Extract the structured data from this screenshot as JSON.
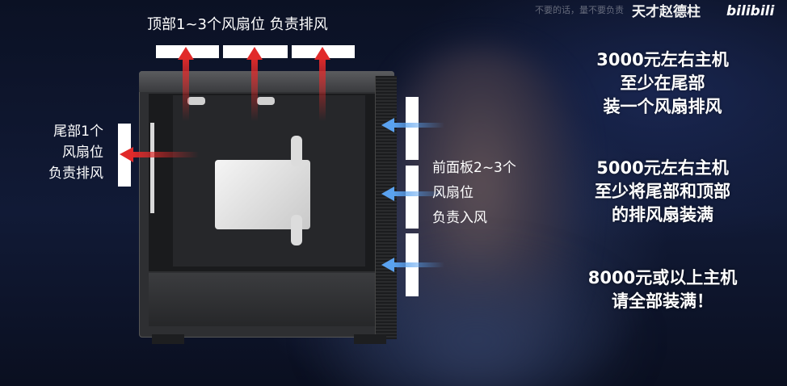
{
  "watermark": {
    "faded_text": "不要的话，量不要负责",
    "channel_name": "天才赵德柱",
    "logo": "bilibili"
  },
  "labels": {
    "top": "顶部1~3个风扇位  负责排风",
    "rear": [
      "尾部1个",
      "风扇位",
      "负责排风"
    ],
    "front": [
      "前面板2~3个",
      "风扇位",
      "负责入风"
    ]
  },
  "tips": [
    [
      "3000元左右主机",
      "至少在尾部",
      "装一个风扇排风"
    ],
    [
      "5000元左右主机",
      "至少将尾部和顶部",
      "的排风扇装满"
    ],
    [
      "8000元或以上主机",
      "请全部装满！"
    ]
  ],
  "colors": {
    "exhaust_arrow": "#e12a2a",
    "intake_arrow": "#5aa2f0",
    "fan_bar": "#ffffff",
    "background": "#0c1226"
  },
  "icons": {
    "exhaust": "red-arrow-icon",
    "intake": "blue-arrow-icon"
  }
}
